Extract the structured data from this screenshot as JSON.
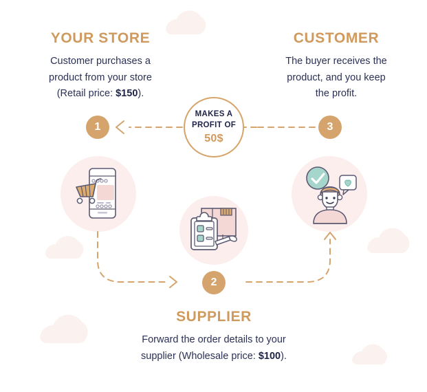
{
  "diagram": {
    "title_color": "#d09a5e",
    "body_color": "#2b3055",
    "accent_color": "#d5a36c",
    "disc_color": "#fbeeec",
    "cloud_color": "#fbf1ef"
  },
  "center": {
    "line1": "MAKES A",
    "line2": "PROFIT OF",
    "amount": "50$"
  },
  "steps": {
    "one": "1",
    "two": "2",
    "three": "3"
  },
  "store": {
    "title": "YOUR STORE",
    "desc_line1": "Customer purchases a",
    "desc_line2": "product from your store",
    "desc_line3_pre": "(Retail price: ",
    "desc_price": "$150",
    "desc_line3_post": ")."
  },
  "customer": {
    "title": "CUSTOMER",
    "desc_line1": "The buyer receives the",
    "desc_line2": "product, and you keep",
    "desc_line3": "the profit."
  },
  "supplier": {
    "title": "SUPPLIER",
    "desc_line1": "Forward the order details to your",
    "desc_line2_pre": "supplier (Wholesale price: ",
    "desc_price": "$100",
    "desc_line2_post": ")."
  }
}
